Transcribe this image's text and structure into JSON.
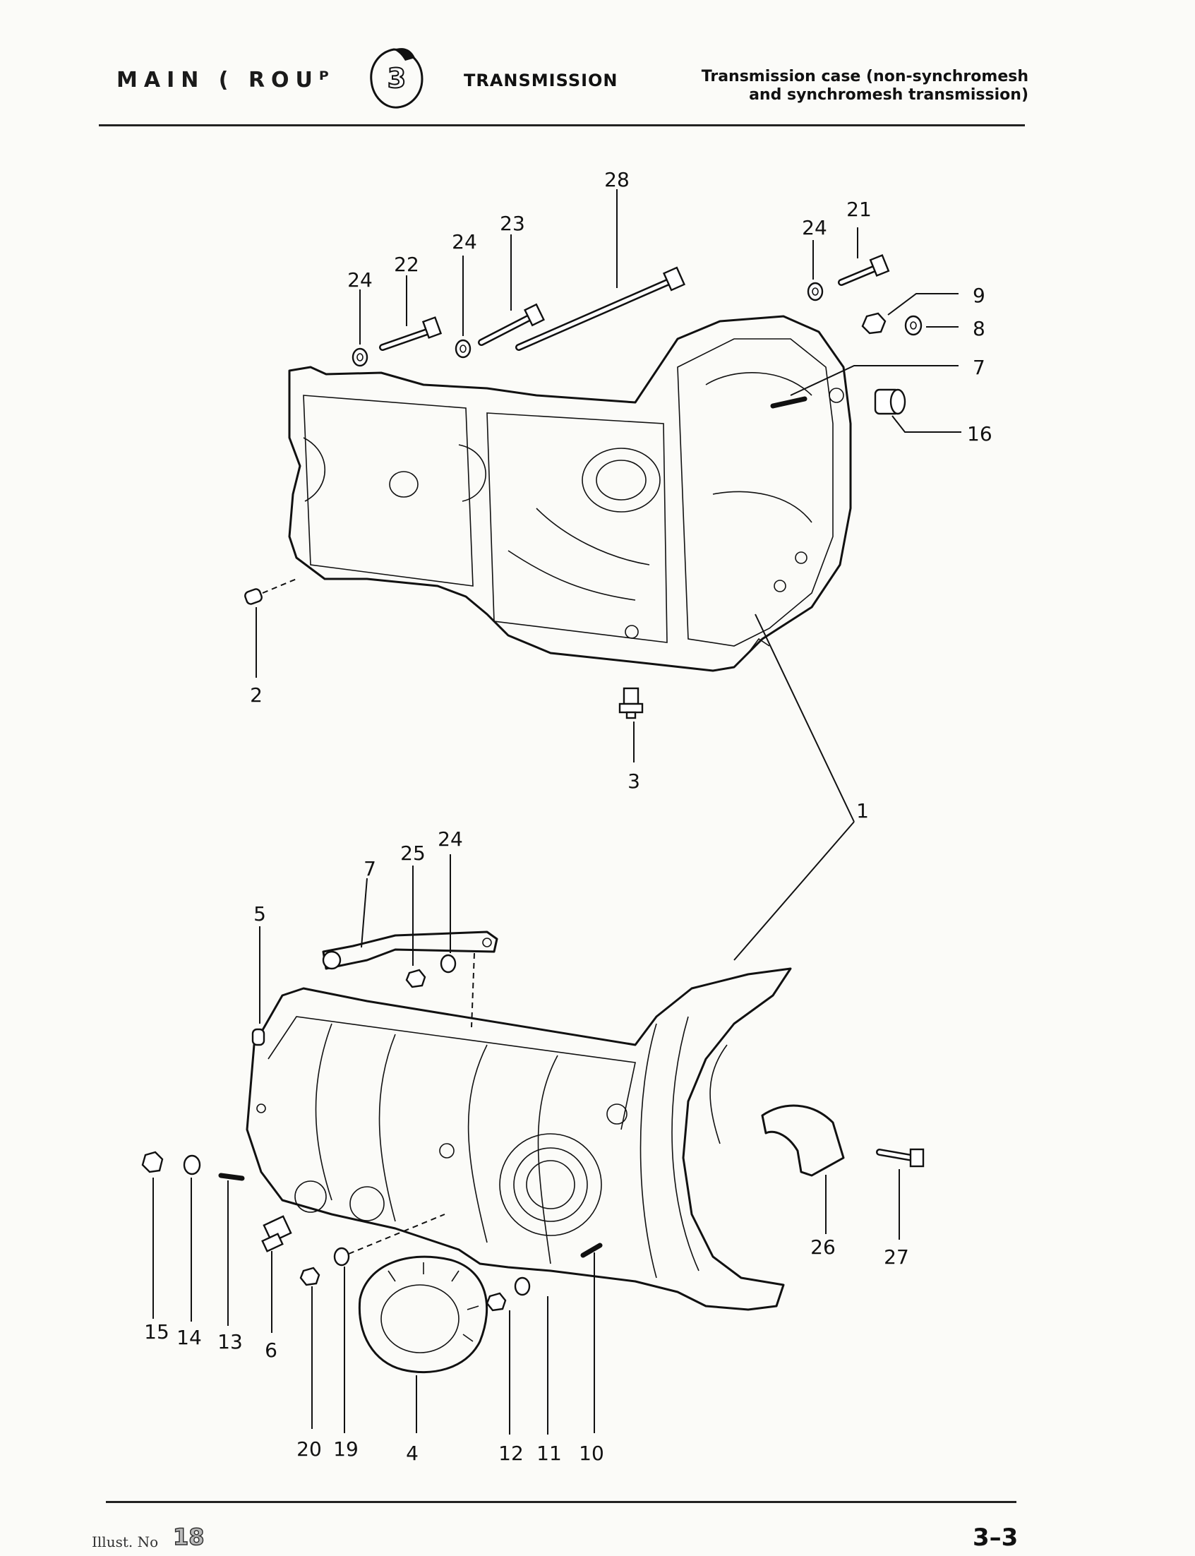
{
  "header": {
    "main_group": "MAIN ( ROUᴾ",
    "group_number": "3",
    "group_name": "TRANSMISSION",
    "title_line1": "Transmission case (non-synchromesh",
    "title_line2": "and synchromesh transmission)"
  },
  "footer": {
    "left_text": "Illust. No",
    "left_number": "18",
    "page_ref": "3–3"
  },
  "callouts": {
    "c1": "1",
    "c2": "2",
    "c3": "3",
    "c4": "4",
    "c5": "5",
    "c6": "6",
    "c7_upper": "7",
    "c7_lower": "7",
    "c8": "8",
    "c9": "9",
    "c10": "10",
    "c11": "11",
    "c12": "12",
    "c13": "13",
    "c14": "14",
    "c15": "15",
    "c16": "16",
    "c19": "19",
    "c20": "20",
    "c21": "21",
    "c22": "22",
    "c23": "23",
    "c24_a": "24",
    "c24_b": "24",
    "c24_c": "24",
    "c24_d": "24",
    "c25": "25",
    "c26": "26",
    "c27": "27",
    "c28": "28"
  }
}
